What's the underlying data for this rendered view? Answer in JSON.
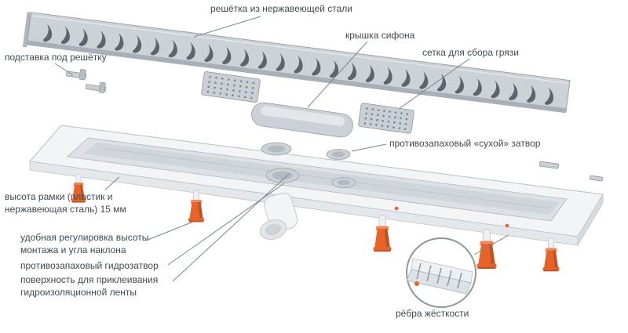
{
  "diagram": {
    "labels": {
      "grate": "решётка из нержавеющей стали",
      "siphon_cover": "крышка сифона",
      "dirt_mesh": "сетка для сбора грязи",
      "grate_stand": "подставка под решётку",
      "dry_trap": "противозапаховый «сухой» затвор",
      "frame_height": "высота рамки (пластик и нержавеющая сталь) 15 мм",
      "height_adjust": "удобная регулировка высоты монтажа и угла наклона",
      "water_trap": "противозапаховый гидрозатвор",
      "tape_surface": "поверхность для приклеивания гидроизоляционной ленты",
      "ribs": "рёбра жёсткости"
    },
    "colors": {
      "metal": "#c9ced4",
      "metal_dark": "#9aa1a8",
      "channel_white": "#f2f4f6",
      "accent_orange": "#e86327",
      "text": "#3d4a57",
      "leader_line": "#7b848d"
    }
  }
}
